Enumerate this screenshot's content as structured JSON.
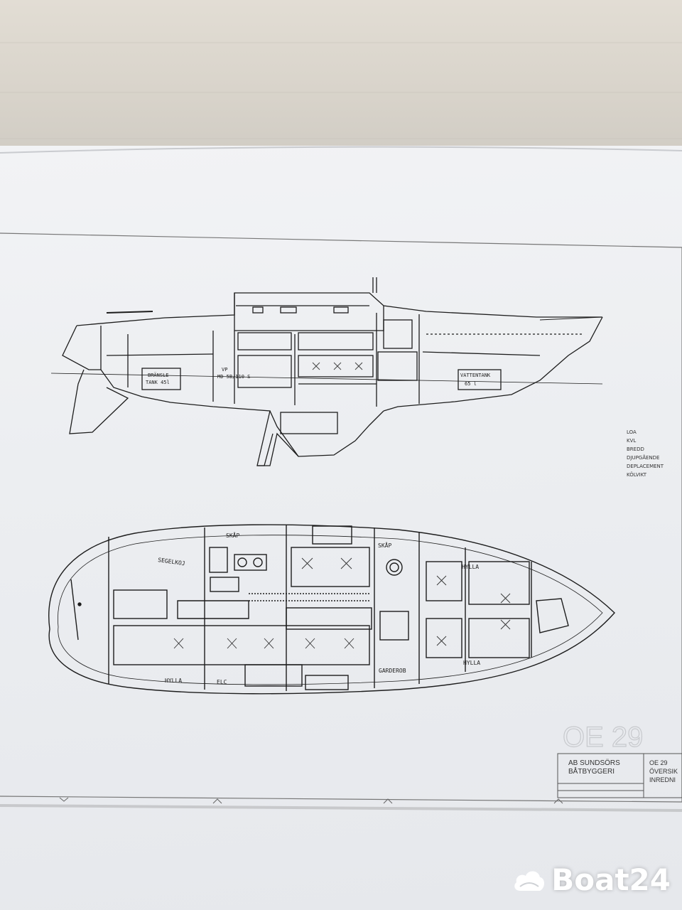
{
  "sheet": {
    "model_stamp": "OE 29",
    "builder_line1": "AB SUNDSÖRS",
    "builder_line2": "BÅTBYGGERI",
    "title_line1": "OE 29",
    "title_line2": "ÖVERSIK",
    "title_line3": "INREDNI"
  },
  "profile_labels": {
    "fuel_tank_line1": "BRÄNSLE",
    "fuel_tank_line2": "TANK 45l",
    "engine_line1": "VP",
    "engine_line2": "MD 5B/110 S",
    "water_tank_line1": "VATTENTANK",
    "water_tank_line2": "65 l"
  },
  "plan_labels": {
    "skap_aft": "SKÅP",
    "skap_fwd": "SKÅP",
    "segelkoj": "SEGELKOJ",
    "hylla_fwd_top": "HYLLA",
    "hylla_fwd_bottom": "HYLLA",
    "hylla_aft": "HYLLA",
    "elc": "ELC",
    "garderob": "GARDEROB"
  },
  "specs": [
    "LOA",
    "KVL",
    "BREDD",
    "DJUPGÅENDE",
    "DEPLACEMENT",
    "KÖLVIKT"
  ],
  "watermark": {
    "brand": "Boat24"
  },
  "colors": {
    "ink": "#1d1d1d",
    "paper": "#eef0f3",
    "table": "#d9d6cf"
  }
}
